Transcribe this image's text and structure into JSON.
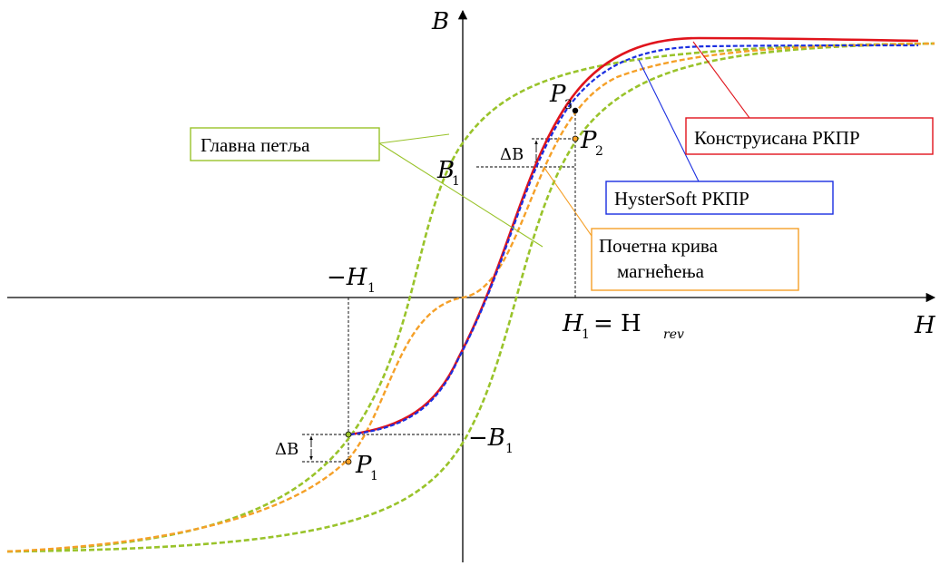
{
  "axes": {
    "y_label": "B",
    "x_label": "H"
  },
  "points": {
    "B1": {
      "main": "B",
      "sub": "1"
    },
    "minus_B1": {
      "main": "−B",
      "sub": "1"
    },
    "minus_H1": {
      "main": "−H",
      "sub": "1"
    },
    "H1_eq": {
      "main": "H",
      "sub": "1",
      "eq": "= H",
      "sub2": "rev"
    },
    "P1": {
      "main": "P",
      "sub": "1"
    },
    "P2": {
      "main": "P",
      "sub": "2"
    },
    "P3": {
      "main": "P",
      "sub": "3"
    },
    "delta_B": "ΔB"
  },
  "callouts": {
    "main_loop": "Главна петља",
    "constructed": "Конструисана РКПР",
    "hystersoft": "HysterSoft РКПР",
    "initial_line1": "Почетна крива",
    "initial_line2": "магнећења"
  },
  "colors": {
    "main_loop": "#99c32a",
    "initial_curve": "#f5a028",
    "constructed": "#e0141c",
    "hystersoft": "#1a2ee0",
    "axis": "#000000"
  }
}
